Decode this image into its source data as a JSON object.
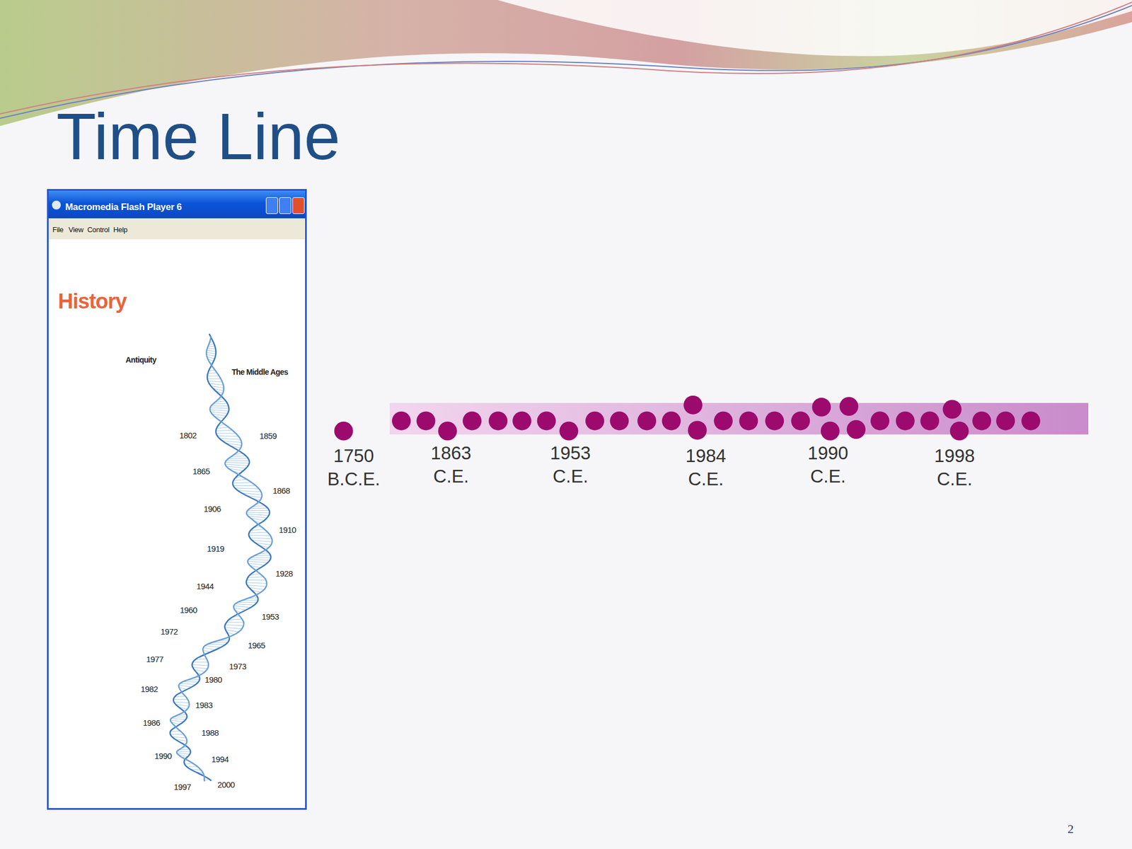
{
  "diagram": {
    "title": "Time Line",
    "nodes": [
      {
        "text": [
          "Macromedia Flash Player 6",
          "File",
          "View",
          "Control",
          "Help",
          "History",
          "Antiquity",
          "The Middle Ages",
          "1802",
          "1859",
          "1865",
          "1868",
          "1906",
          "1910",
          "1919",
          "1928",
          "1944",
          "1953",
          "1960",
          "1965",
          "1972",
          "1973",
          "1977",
          "1980",
          "1982",
          "1983",
          "1986",
          "1988",
          "1990",
          "1994",
          "1997",
          "2000"
        ]
      }
    ],
    "labels": [
      "1750 B.C.E.",
      "1863 C.E.",
      "1953 C.E.",
      "1984 C.E.",
      "1990 C.E.",
      "1998 C.E.",
      "2"
    ]
  }
}
